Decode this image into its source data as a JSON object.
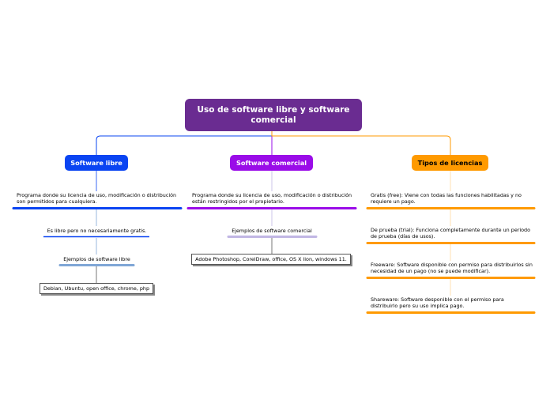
{
  "root": {
    "title": "Uso de software libre y software comercial"
  },
  "branches": {
    "libre": {
      "label": "Software libre",
      "description": "Programa donde su licencia de uso, modificación o distribución son permitidos para cualquiera.",
      "note": "Es libre pero no necesariamente gratis.",
      "examples_label": "Ejemplos de software libre",
      "examples": "Debian, Ubuntu, open office, chrome, php"
    },
    "comercial": {
      "label": "Software comercial",
      "description": "Programa donde su licencia de uso, modificación o distribución están restringidos por el propietario.",
      "examples_label": "Ejemplos de software comercial",
      "examples": "Adobe Photoshop, CorelDraw, office, OS X lion, windows 11."
    },
    "licencias": {
      "label": "Tipos de licencias",
      "items": [
        "Gratis (free): Viene con todas las funciones habilitadas y no requiere un pago.",
        "De prueba (trial): Funciona completamente durante un periodo de prueba (días de usos).",
        "Freeware: Software disponible con permiso para distribuirlos sin necesidad de un pago  (no se puede modificar).",
        "Shareware: Software desponible con el permiso para distribuirlo pero su uso implica pago."
      ]
    }
  },
  "colors": {
    "root": "#6a2c91",
    "libre": "#0a44f2",
    "comercial": "#9a0ce8",
    "licencias": "#ff9a00",
    "libre_light": "#7fa6d6",
    "comercial_light": "#c1b6e4"
  }
}
